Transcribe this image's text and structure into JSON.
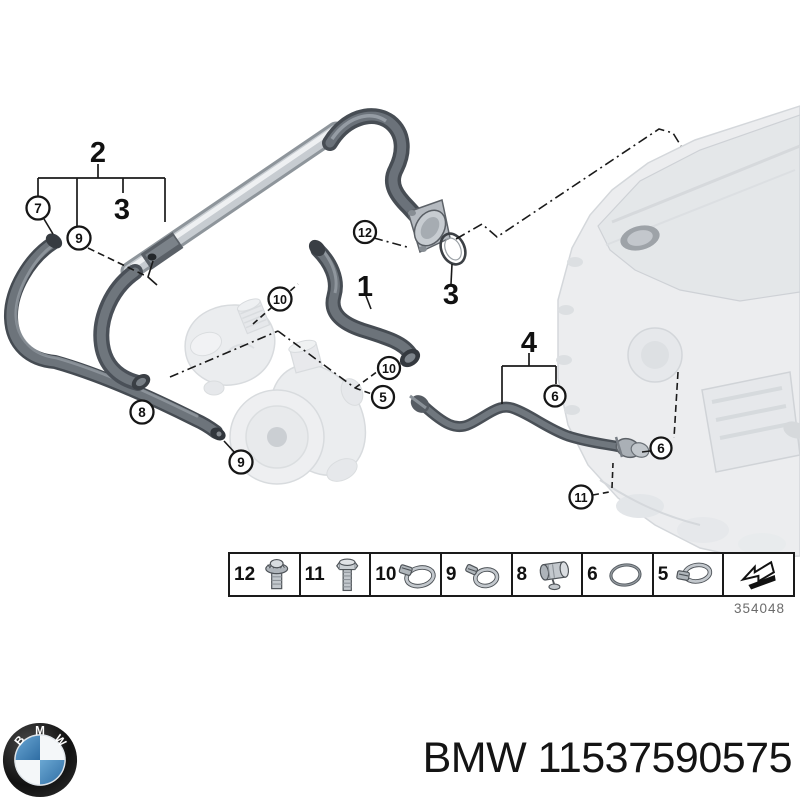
{
  "diagram": {
    "drawing_number": "354048",
    "labels": {
      "l1": "1",
      "l2": "2",
      "l3_top": "3",
      "l3_oring": "3",
      "l4": "4",
      "c5": "5",
      "c6_bracket": "6",
      "c6_engine": "6",
      "c7": "7",
      "c8": "8",
      "c9_pipe": "9",
      "c9_hose": "9",
      "c10_thermostat": "10",
      "c10_pump": "10",
      "c11": "11",
      "c12": "12"
    },
    "legend": {
      "items": [
        {
          "num": "12",
          "icon": "flange-bolt"
        },
        {
          "num": "11",
          "icon": "hex-bolt"
        },
        {
          "num": "10",
          "icon": "hose-clamp-large"
        },
        {
          "num": "9",
          "icon": "hose-clamp-small"
        },
        {
          "num": "8",
          "icon": "clamp-sleeve"
        },
        {
          "num": "6",
          "icon": "o-ring"
        },
        {
          "num": "5",
          "icon": "hose-clamp"
        },
        {
          "num": "",
          "icon": "direction-arrow"
        }
      ]
    }
  },
  "footer": {
    "title": "BMW 11537590575",
    "brand": "BMW",
    "part_number": "11537590575",
    "logo_letters": {
      "b": "B",
      "m": "M",
      "w": "W"
    }
  },
  "colors": {
    "hose_dark": "#4c525a",
    "pipe_silver": "#c7ccd1",
    "engine_gray": "#e9ebed",
    "logo_blue": "#4489bd",
    "line_black": "#1a1a1a"
  }
}
